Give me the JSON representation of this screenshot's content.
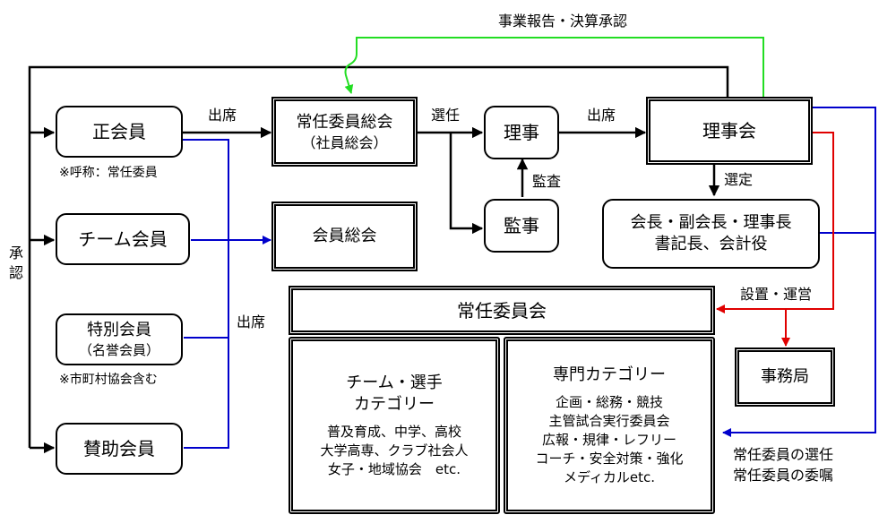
{
  "nodes": {
    "regular_member": "正会員",
    "team_member": "チーム会員",
    "special_member": "特別会員",
    "special_member_sub": "（名誉会員）",
    "supporting_member": "賛助会員",
    "standing_general_meeting": "常任委員総会",
    "standing_general_meeting_sub": "（社員総会）",
    "general_meeting": "会員総会",
    "director": "理事",
    "auditor": "監事",
    "board": "理事会",
    "officers_line1": "会長・副会長・理事長",
    "officers_line2": "書記長、会計役",
    "standing_committee": "常任委員会",
    "secretariat": "事務局"
  },
  "panels": {
    "team_category": {
      "title_line1": "チーム・選手",
      "title_line2": "カテゴリー",
      "body": [
        "普及育成、中学、高校",
        "大学高専、クラブ社会人",
        "女子・地域協会　etc."
      ]
    },
    "specialist_category": {
      "title": "専門カテゴリー",
      "body": [
        "企画・総務・競技",
        "主管試合実行委員会",
        "広報・規律・レフリー",
        "コーチ・安全対策・強化",
        "メディカルetc."
      ]
    }
  },
  "notes": {
    "regular_member_note": "※呼称：常任委員",
    "special_member_note": "※市町村協会含む"
  },
  "labels": {
    "attend_top": "出席",
    "attend_middle": "出席",
    "attend_right": "出席",
    "elect": "選任",
    "audit": "監査",
    "select": "選定",
    "approve": "承\n認",
    "setup_operate": "設置・運営",
    "business_report": "事業報告・決算承認",
    "committee_selection": "常任委員の選任",
    "committee_commission": "常任委員の委嘱"
  },
  "colors": {
    "black_line": "#000000",
    "blue_line": "#0000cc",
    "red_line": "#e00000",
    "green_line": "#22dd22"
  }
}
